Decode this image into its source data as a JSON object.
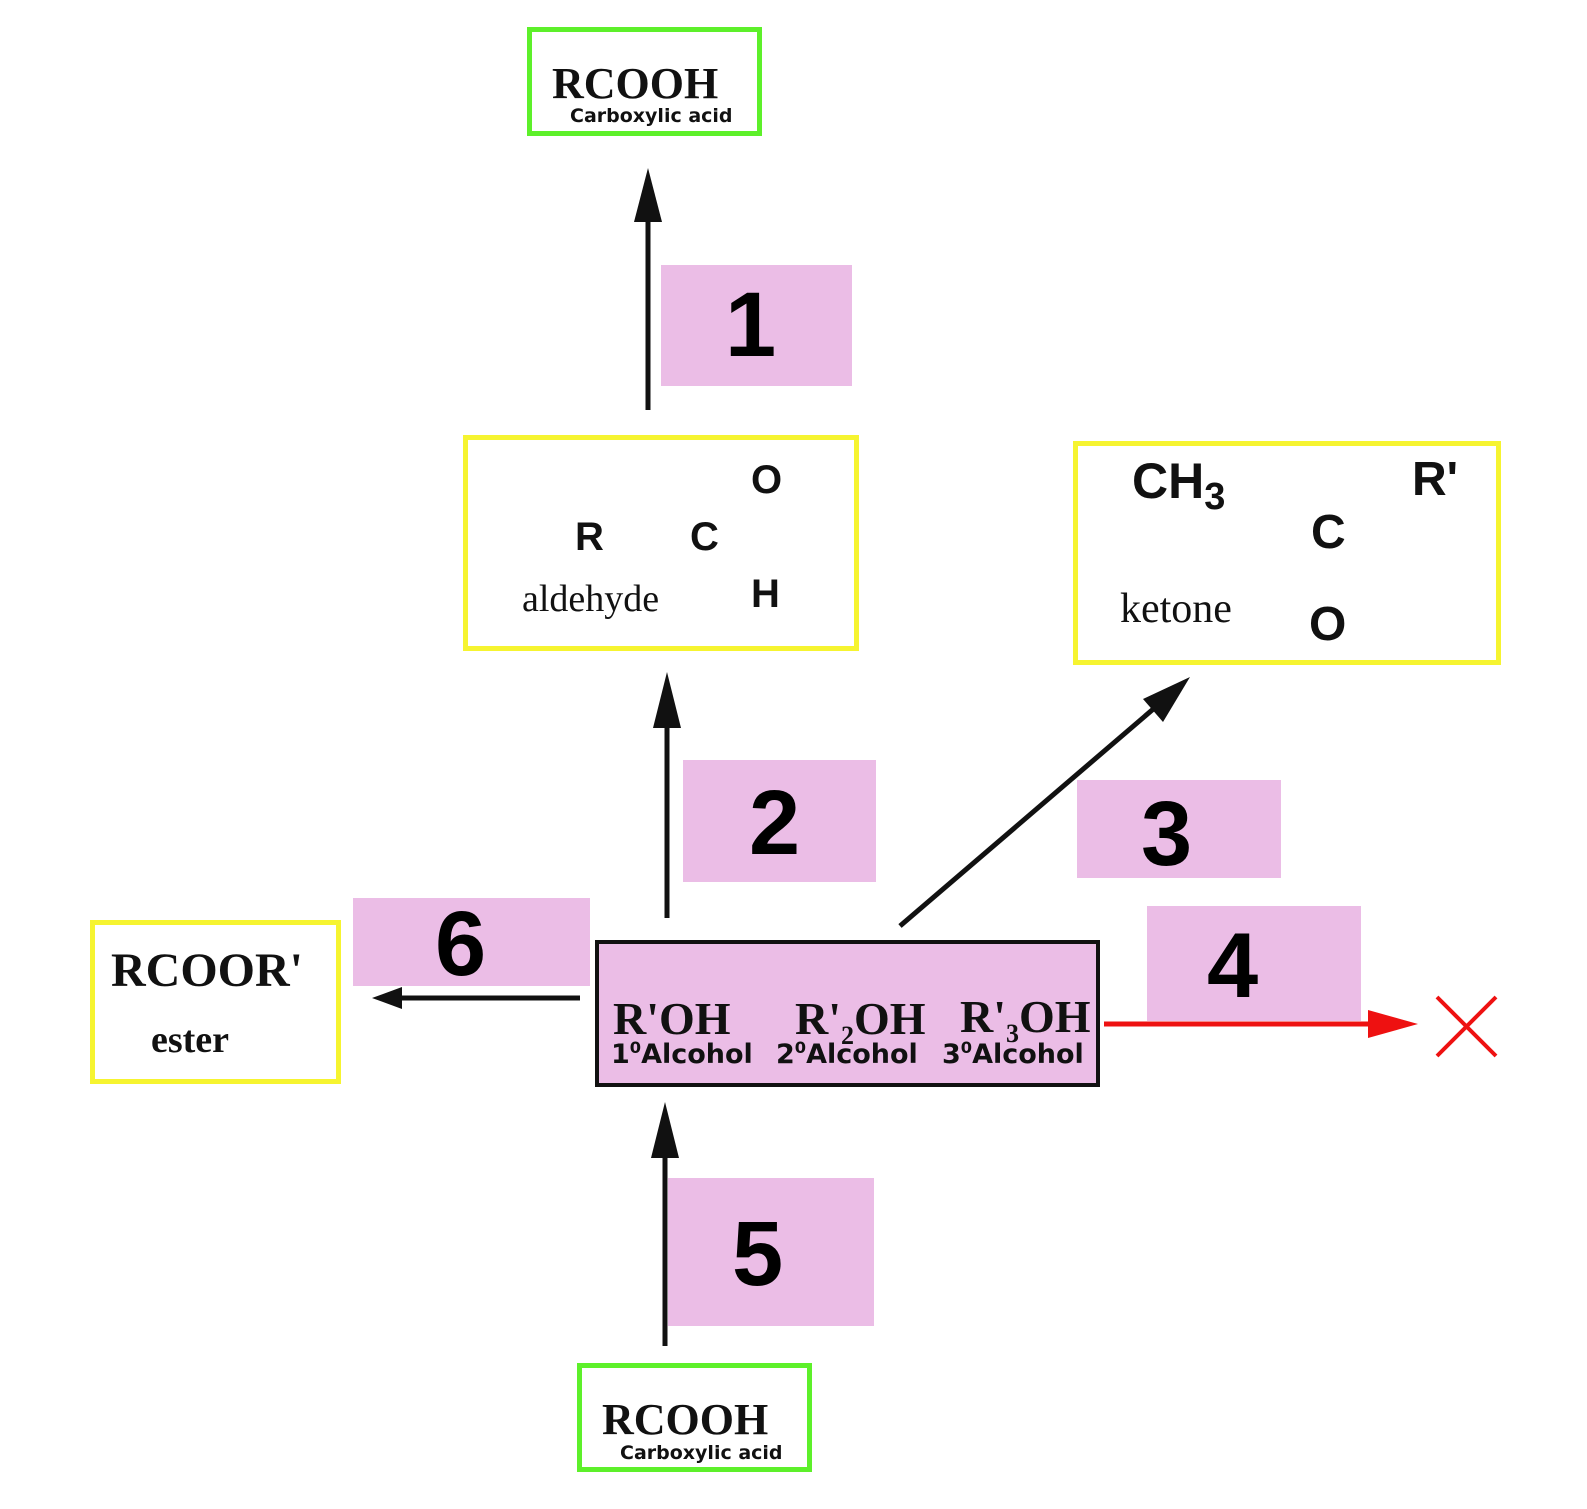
{
  "colors": {
    "product_box_border": "#5df02a",
    "intermediate_box_border": "#f6f430",
    "step_label_fill": "#ebbde6",
    "arrow": "#111111",
    "blocked_arrow": "#ee1111",
    "no_reaction_mark": "#ee1111"
  },
  "top_acid": {
    "formula": "RCOOH",
    "name": "Carboxylic acid"
  },
  "aldehyde": {
    "r": "R",
    "c": "C",
    "o": "O",
    "h": "H",
    "name": "aldehyde"
  },
  "ketone": {
    "ch3": "CH",
    "sub3": "3",
    "r_prime": "R'",
    "c": "C",
    "o": "O",
    "name": "ketone"
  },
  "ester": {
    "formula": "RCOOR'",
    "name": "ester"
  },
  "bottom_acid": {
    "formula": "RCOOH",
    "name": "Carboxylic acid"
  },
  "alcohols": [
    {
      "formula_main": "R'OH",
      "label_num": "1",
      "label_deg": "0",
      "label_text": "Alcohol"
    },
    {
      "formula_main": "R'",
      "formula_sub": "2",
      "formula_tail": "OH",
      "label_num": "2",
      "label_deg": "0",
      "label_text": "Alcohol"
    },
    {
      "formula_main": "R'",
      "formula_sub": "3",
      "formula_tail": "OH",
      "label_num": "3",
      "label_deg": "0",
      "label_text": "Alcohol"
    }
  ],
  "steps": [
    "1",
    "2",
    "3",
    "4",
    "5",
    "6"
  ],
  "no_reaction_icon": "cross-icon"
}
